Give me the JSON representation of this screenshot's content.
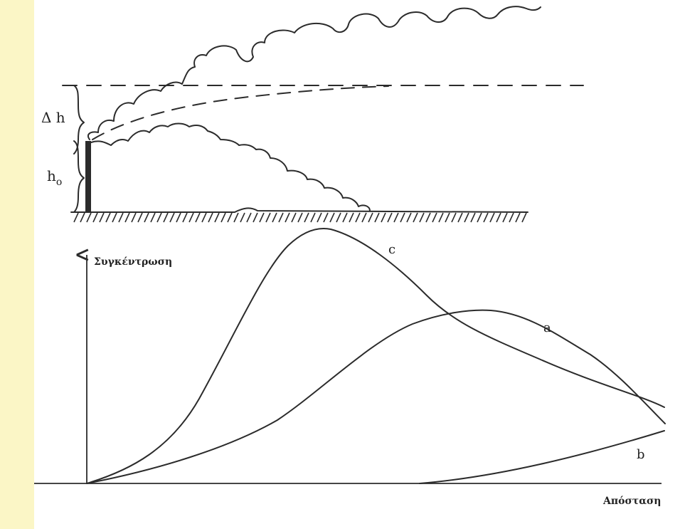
{
  "colors": {
    "left_strip": "#fbf6c6",
    "line": "#2b2b2b"
  },
  "plume": {
    "delta_h_label": "Δ h",
    "stack_height_label": "h",
    "stack_height_subscript": "o"
  },
  "graph": {
    "y_axis_label": "Συγκέντρωση",
    "x_axis_label": "Απόσταση",
    "curves": [
      {
        "label": "c"
      },
      {
        "label": "a"
      },
      {
        "label": "b"
      }
    ]
  }
}
